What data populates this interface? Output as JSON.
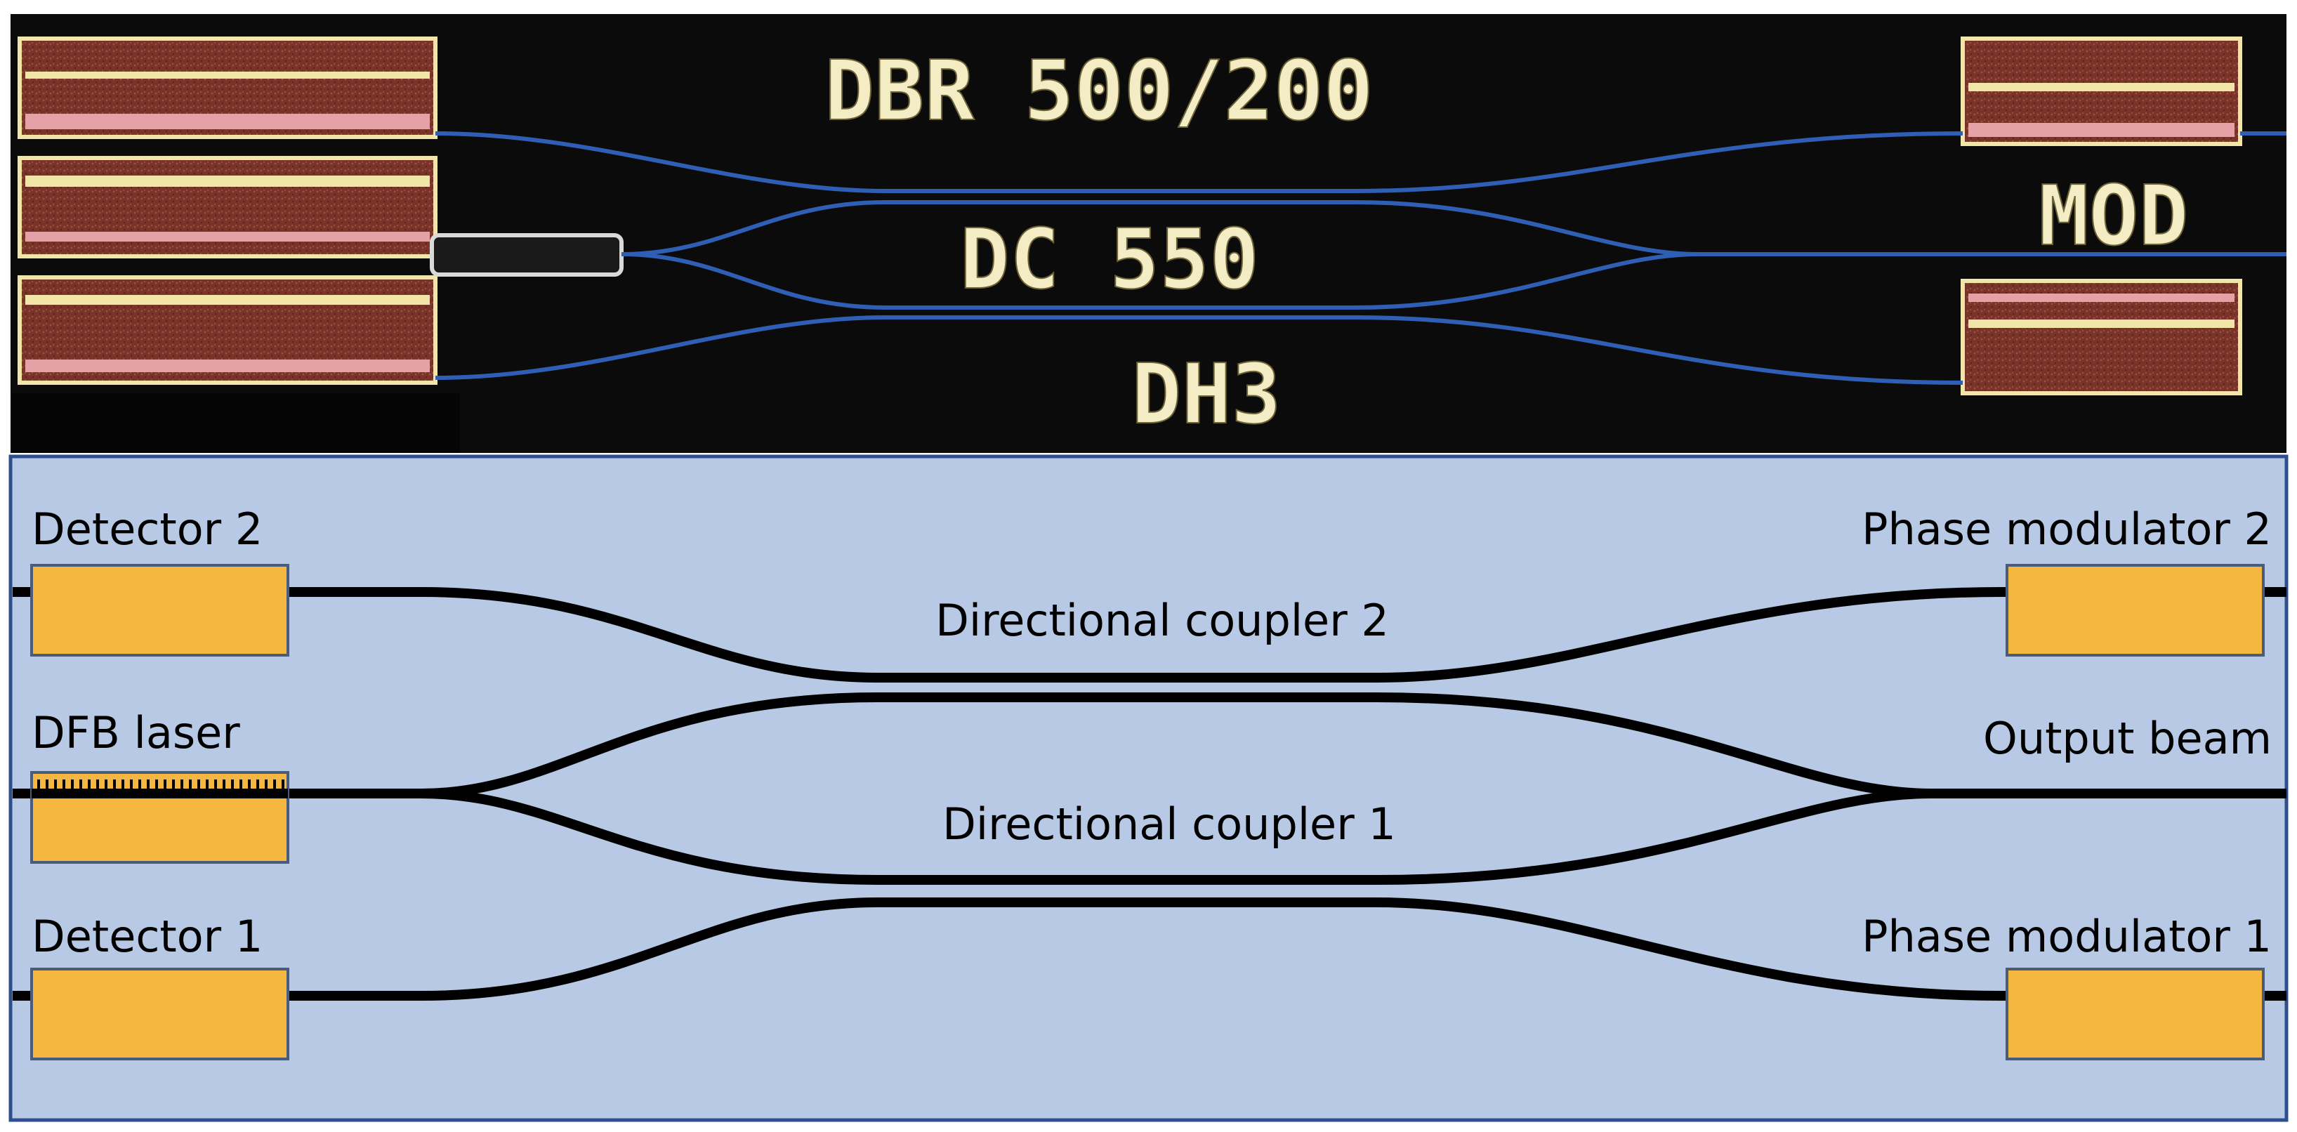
{
  "photo": {
    "labels": {
      "dbr": "DBR 500/200",
      "dc": "DC 550",
      "dh": "DH3",
      "mod": "MOD"
    },
    "colors": {
      "background": "#0b0b0b",
      "waveguide": "#2f5fb5",
      "pad_metal": "#7a3328",
      "pad_stripe_light": "#f1e6a8",
      "pad_stripe_pink": "#e5a2a6",
      "label_text": "#f3ecc4"
    }
  },
  "schematic": {
    "labels": {
      "detector2": "Detector 2",
      "dfb_laser": "DFB laser",
      "detector1": "Detector 1",
      "dc2": "Directional coupler 2",
      "dc1": "Directional coupler 1",
      "pm2": "Phase modulator 2",
      "output": "Output beam",
      "pm1": "Phase modulator 1"
    },
    "colors": {
      "background": "#b7c9e4",
      "border": "#2e4f8c",
      "component_fill": "#f4b740",
      "component_stroke": "#4a5c7c",
      "waveguide": "#000000"
    }
  }
}
